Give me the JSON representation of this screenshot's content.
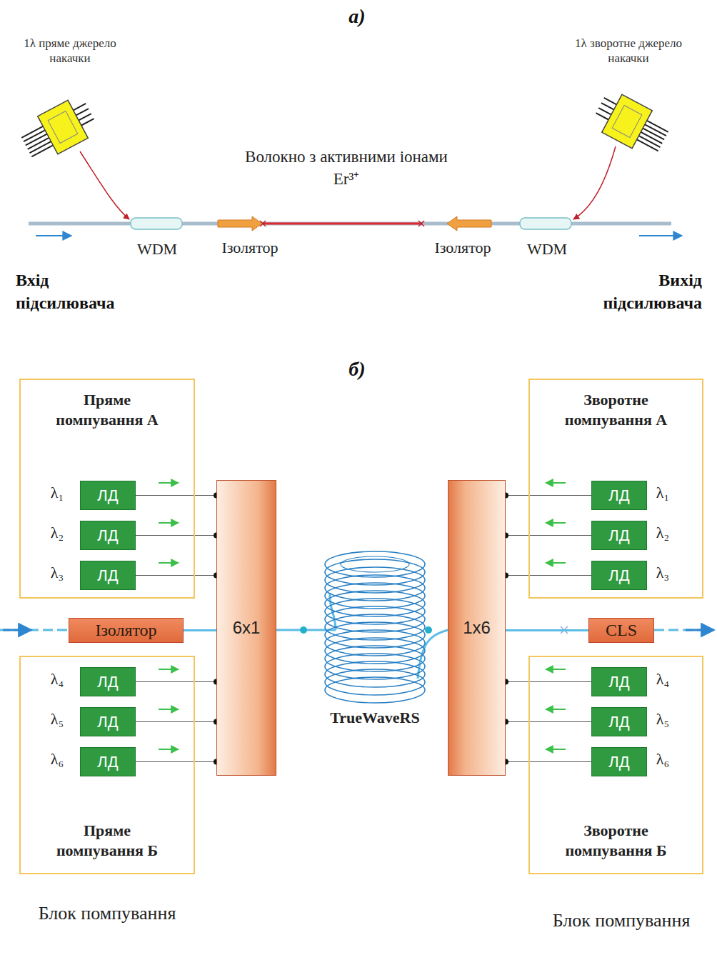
{
  "diagram": {
    "nodes": [
      {
        "text": [
          "Пряме помпування А"
        ]
      },
      {
        "text": [
          "ЛД"
        ],
        "in": 0
      },
      {
        "text": [
          "ЛД"
        ],
        "in": 0
      },
      {
        "text": [
          "ЛД"
        ],
        "in": 0
      },
      {
        "text": [
          "Зворотне помпування А"
        ]
      },
      {
        "text": [
          "ЛД"
        ],
        "in": 4
      },
      {
        "text": [
          "ЛД"
        ],
        "in": 4
      },
      {
        "text": [
          "ЛД"
        ],
        "in": 4
      },
      {
        "text": [
          "Ізолятор"
        ]
      },
      {
        "text": [
          "6x1"
        ]
      },
      {
        "text": [
          "1x6"
        ]
      },
      {
        "text": [
          "CLS"
        ]
      },
      {
        "text": [
          "Пряме помпування Б"
        ]
      },
      {
        "text": [
          "ЛД"
        ],
        "in": 12
      },
      {
        "text": [
          "ЛД"
        ],
        "in": 12
      },
      {
        "text": [
          "ЛД"
        ],
        "in": 12
      },
      {
        "text": [
          "Зворотне помпування Б"
        ]
      },
      {
        "text": [
          "ЛД"
        ],
        "in": 16
      },
      {
        "text": [
          "ЛД"
        ],
        "in": 16
      },
      {
        "text": [
          "ЛД"
        ],
        "in": 16
      }
    ],
    "edges": [
      {
        "from": 1,
        "to": 9,
        "arrow": "none"
      },
      {
        "from": 2,
        "to": 9,
        "arrow": "none"
      },
      {
        "from": 3,
        "to": 9,
        "arrow": "none"
      },
      {
        "from": 8,
        "to": 9,
        "arrow": "none"
      },
      {
        "from": 13,
        "to": 9,
        "arrow": "none"
      },
      {
        "from": 14,
        "to": 9,
        "arrow": "none"
      },
      {
        "from": 15,
        "to": 9,
        "arrow": "none"
      },
      {
        "from": 5,
        "to": 10,
        "arrow": "none"
      },
      {
        "from": 6,
        "to": 10,
        "arrow": "none"
      },
      {
        "from": 7,
        "to": 10,
        "arrow": "none"
      },
      {
        "from": 10,
        "to": 11,
        "arrow": "none"
      },
      {
        "from": 17,
        "to": 10,
        "arrow": "none"
      },
      {
        "from": 18,
        "to": 10,
        "arrow": "none"
      },
      {
        "from": 19,
        "to": 10,
        "arrow": "none"
      }
    ],
    "labels": [
      "а)",
      "1λ пряме джерело накачки",
      "1λ зворотне джерело накачки",
      "Волокно з активними іонами Er³⁺",
      "WDM",
      "Ізолятор",
      "Ізолятор",
      "WDM",
      "Вхід підсилювача",
      "Вихід підсилювача",
      "б)",
      "λ₁",
      "λ₂",
      "λ₃",
      "λ₄",
      "λ₅",
      "λ₆",
      "λ₁",
      "λ₂",
      "λ₃",
      "λ₄",
      "λ₅",
      "λ₆",
      "TrueWaveRS",
      "Блок помпування",
      "Блок помпування"
    ]
  }
}
